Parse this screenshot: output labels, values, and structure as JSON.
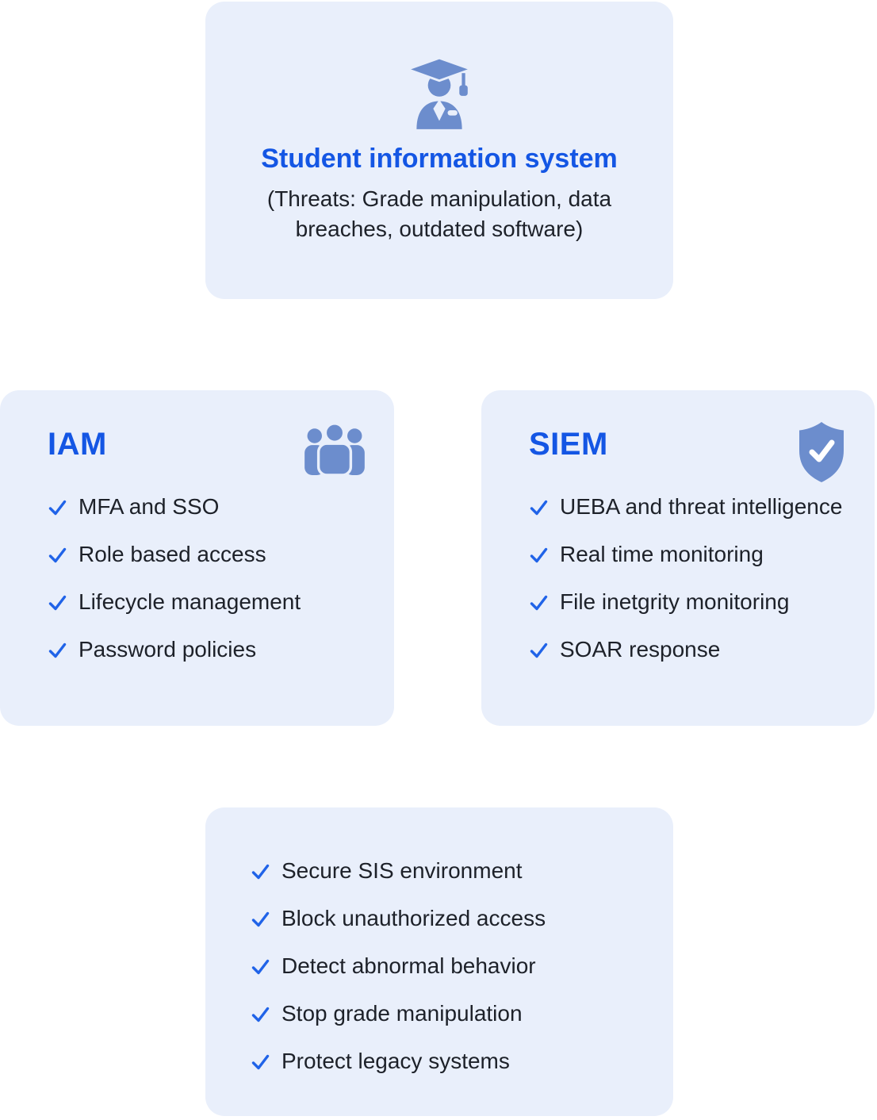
{
  "colors": {
    "card_bg": "#E9EFFB",
    "title_blue": "#1456E4",
    "check_blue": "#2063E8",
    "icon_blue": "#6C8DCD",
    "text_dark": "#1D2129",
    "page_bg": "#FFFFFF"
  },
  "top_card": {
    "icon": "graduate-student-icon",
    "title": "Student information system",
    "subtitle": "(Threats: Grade manipulation, data breaches, outdated software)"
  },
  "iam_card": {
    "title": "IAM",
    "icon": "people-group-icon",
    "items": [
      "MFA and SSO",
      "Role based access",
      "Lifecycle management",
      "Password policies"
    ]
  },
  "siem_card": {
    "title": "SIEM",
    "icon": "shield-check-icon",
    "items": [
      "UEBA and threat intelligence",
      "Real time monitoring",
      "File inetgrity monitoring",
      "SOAR response"
    ]
  },
  "outcomes_card": {
    "items": [
      "Secure SIS environment",
      "Block unauthorized access",
      "Detect abnormal behavior",
      "Stop grade manipulation",
      "Protect legacy systems"
    ]
  }
}
